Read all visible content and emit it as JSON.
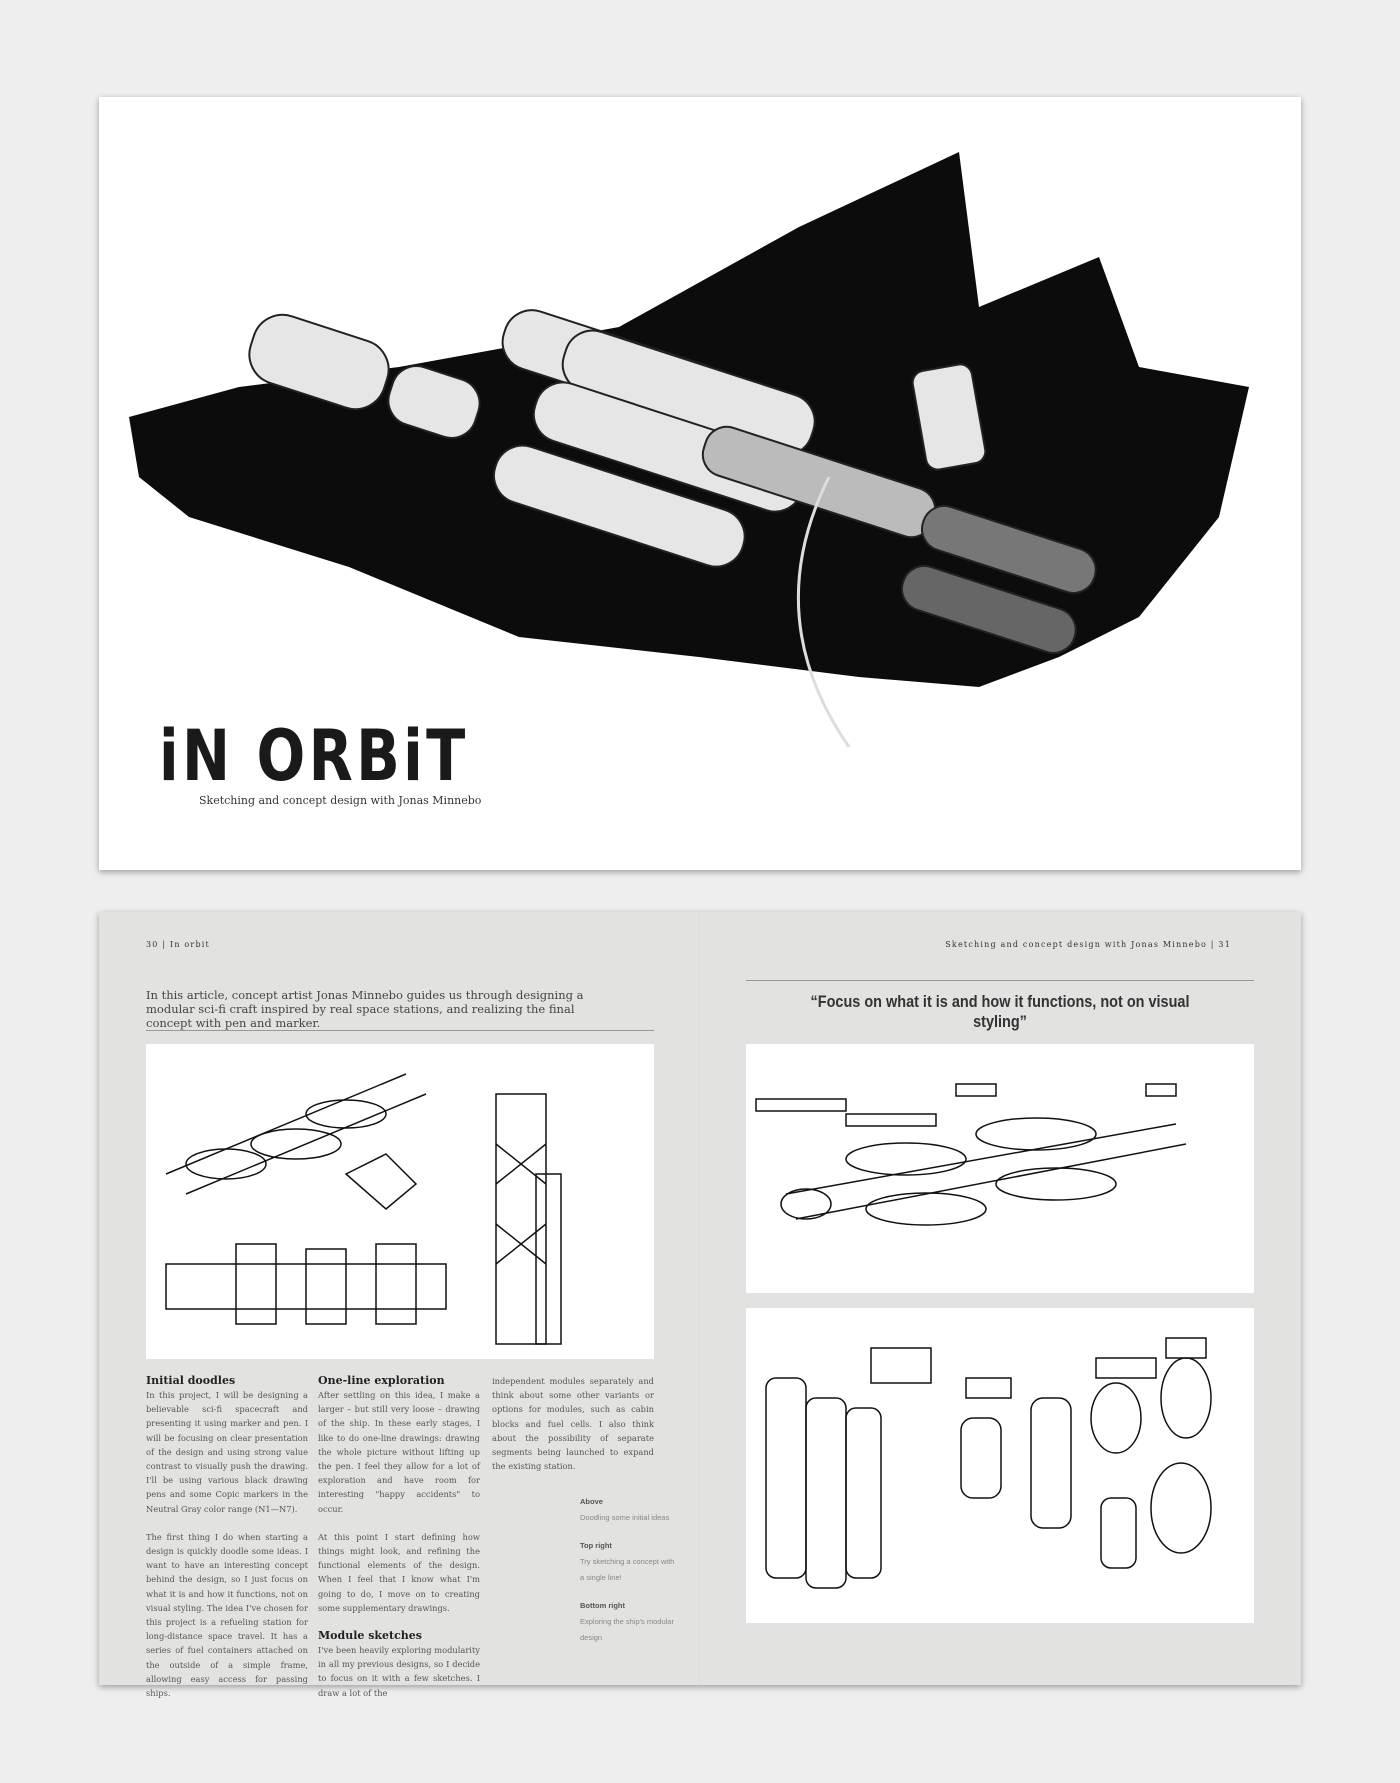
{
  "cover": {
    "title": "iN ORBiT",
    "subtitle": "Sketching and concept design with Jonas Minnebo"
  },
  "spread": {
    "left_header": "30 | In orbit",
    "right_header": "Sketching and concept design with Jonas Minnebo | 31",
    "intro": "In this article, concept artist Jonas Minnebo guides us through designing a modular sci-fi craft inspired by real space stations, and realizing the final concept with pen and marker.",
    "quote": "“Focus on what it is and how it functions, not on visual styling”",
    "sections": [
      {
        "heading": "Initial doodles",
        "paragraphs": [
          "In this project, I will be designing a believable sci-fi spacecraft and presenting it using marker and pen. I will be focusing on clear presentation of the design and using strong value contrast to visually push the drawing. I'll be using various black drawing pens and some Copic markers in the Neutral Gray color range (N1—N7).",
          "The first thing I do when starting a design is quickly doodle some ideas. I want to have an interesting concept behind the design, so I just focus on what it is and how it functions, not on visual styling. The idea I've chosen for this project is a refueling station for long-distance space travel. It has a series of fuel containers attached on the outside of a simple frame, allowing easy access for passing ships."
        ]
      },
      {
        "heading": "One-line exploration",
        "paragraphs": [
          "After settling on this idea, I make a larger – but still very loose – drawing of the ship. In these early stages, I like to do one-line drawings: drawing the whole picture without lifting up the pen. I feel they allow for a lot of exploration and have room for interesting \"happy accidents\" to occur.",
          "At this point I start defining how things might look, and refining the functional elements of the design. When I feel that I know what I'm going to do, I move on to creating some supplementary drawings."
        ]
      },
      {
        "heading": "Module sketches",
        "paragraphs": [
          "I've been heavily exploring modularity in all my previous designs, so I decide to focus on it with a few sketches. I draw a lot of the"
        ]
      }
    ],
    "col3_text": "independent modules separately and think about some other variants or options for modules, such as cabin blocks and fuel cells. I also think about the possibility of separate segments being launched to expand the existing station.",
    "captions": [
      {
        "label": "Above",
        "text": "Doodling some initial ideas"
      },
      {
        "label": "Top right",
        "text": "Try sketching a concept with a single line!"
      },
      {
        "label": "Bottom right",
        "text": "Exploring the ship's modular design"
      }
    ]
  }
}
